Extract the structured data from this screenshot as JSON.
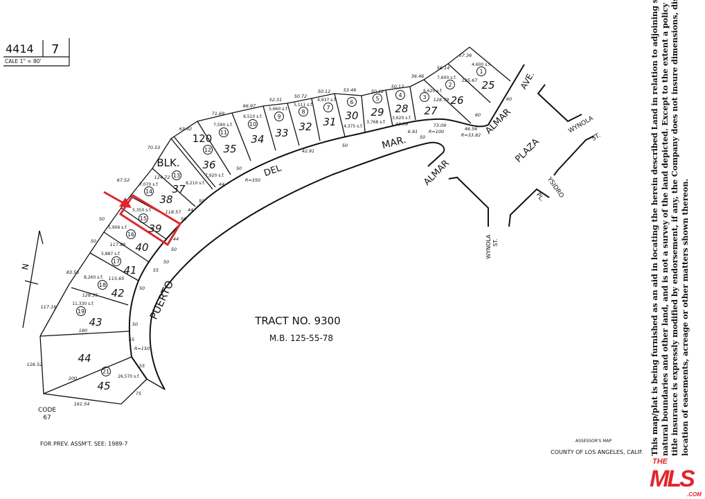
{
  "header": {
    "map_book": "4414",
    "page": "7",
    "scale": "CALE 1\" = 80'"
  },
  "block_label": {
    "blk": "BLK.",
    "number": "120"
  },
  "streets": {
    "puerto": "PUERTO",
    "del": "DEL",
    "mar": "MAR.",
    "almar": "ALMAR",
    "almar_plaza_1": "ALMAR",
    "almar_plaza_2": "PLAZA",
    "ave": "AVE.",
    "wynola_top_1": "WYNOLA",
    "wynola_top_2": "ST.",
    "ysidro_1": "YSIDRO",
    "ysidro_2": "PL.",
    "wynola_bottom_1": "WYNOLA",
    "wynola_bottom_2": "ST."
  },
  "lots": [
    "25",
    "26",
    "27",
    "28",
    "29",
    "30",
    "31",
    "32",
    "33",
    "34",
    "35",
    "36",
    "37",
    "38",
    "39",
    "40",
    "41",
    "42",
    "43",
    "44",
    "45"
  ],
  "parcels": [
    "1",
    "2",
    "3",
    "4",
    "5",
    "6",
    "7",
    "8",
    "9",
    "10",
    "11",
    "12",
    "13",
    "14",
    "15",
    "16",
    "17",
    "18",
    "19",
    "21"
  ],
  "areas": [
    "4,600 s.f.",
    "7,600 s.f.",
    "6,620 s.f.",
    "3,620 s.f.",
    "3,768 s.f.",
    "4,375 s.f.",
    "4,937 s.f.",
    "5,111 s.f.",
    "5,660 s.f.",
    "6,510 s.f.",
    "7,590 s.f.",
    "7,920 s.f.",
    "8,210 s.f.",
    "7,070 s.f.",
    "5,350 s.f.",
    "5,906 s.f.",
    "5,887 s.f.",
    "8,260 s.f.",
    "11,330 s.f.",
    "26,570 s.f."
  ],
  "dimensions": [
    "57.36",
    "56.14",
    "36.46",
    "50.12",
    "50.12",
    "53.49",
    "50.12",
    "50.72",
    "52.31",
    "66.97",
    "71.69",
    "63.92",
    "70.53",
    "67.52",
    "125.67",
    "128.79",
    "73.09",
    "R=100",
    "46.56",
    "R=33.82",
    "60",
    "60",
    "43.09",
    "6.91",
    "50",
    "42.91",
    "50",
    "50",
    "R=350",
    "50",
    "50",
    "50",
    "55",
    "R=150",
    "50",
    "55",
    "55",
    "75",
    "161.54",
    "126.52",
    "200",
    "180",
    "128.35",
    "117.16",
    "83.56",
    "117.88",
    "115.65",
    "118.57",
    "124.72",
    "44",
    "44",
    "44",
    "50",
    "50",
    "50",
    "50"
  ],
  "tract": {
    "title": "TRACT NO. 9300",
    "mb": "M.B. 125-55-78"
  },
  "code": {
    "label": "CODE",
    "value": "67"
  },
  "footer": {
    "prev_assmt": "FOR PREV. ASSM'T. SEE: 1989-7",
    "assessor": "ASSESSOR'S MAP",
    "county": "COUNTY OF LOS ANGELES, CALIF."
  },
  "north_arrow": {
    "letter": "N"
  },
  "disclaimer": [
    "This map/plat is being furnished as an aid in locating the herein described Land in relation to adjoining streets,",
    "natural boundaries and other land, and is not a survey of the land depicted. Except to the extent a policy of",
    "title insurance is expressly modified by endorsement, if any, the Company does not insure dimensions, distances,",
    "location of easements, acreage or other matters shown thereon."
  ],
  "logo": {
    "the": "THE",
    "mls": "MLS",
    "com": ".COM"
  },
  "colors": {
    "highlight": "#e0262b",
    "ink": "#111111"
  }
}
